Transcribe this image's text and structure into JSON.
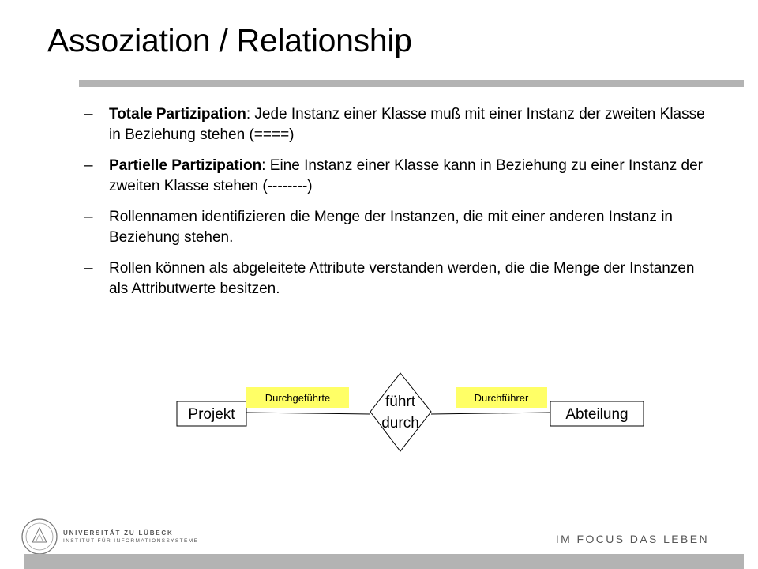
{
  "slide": {
    "title": "Assoziation / Relationship",
    "bullets": [
      {
        "dash": "–",
        "bold": "Totale Partizipation",
        "text": ": Jede Instanz einer Klasse muß mit einer Instanz der zweiten Klasse in Beziehung stehen (====)"
      },
      {
        "dash": "–",
        "bold": "Partielle Partizipation",
        "text": ": Eine Instanz einer Klasse kann in Beziehung zu einer Instanz der zweiten Klasse stehen (--------)"
      },
      {
        "dash": "–",
        "bold": "",
        "text": "Rollennamen identifizieren die Menge der Instanzen, die mit einer anderen Instanz in Beziehung stehen."
      },
      {
        "dash": "–",
        "bold": "",
        "text": "Rollen können als abgeleitete Attribute verstanden werden, die die Menge der Instanzen als Attributwerte besitzen."
      }
    ]
  },
  "diagram": {
    "entity_left": "Projekt",
    "entity_right": "Abteilung",
    "relationship_line1": "führt",
    "relationship_line2": "durch",
    "role_left": "Durchgeführte",
    "role_right": "Durchführer",
    "role_color": "#ffff66"
  },
  "footer": {
    "university": "UNIVERSITÄT ZU LÜBECK",
    "institute": "INSTITUT FÜR INFORMATIONSSYSTEME",
    "slogan": "IM FOCUS DAS LEBEN"
  }
}
